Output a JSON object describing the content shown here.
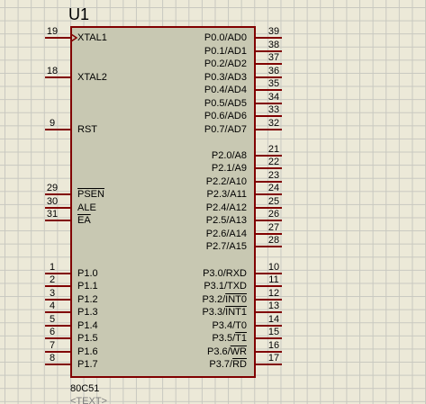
{
  "component": {
    "reference": "U1",
    "part_name": "80C51",
    "text_placeholder": "<TEXT>",
    "colors": {
      "body": "#c8c8b2",
      "outline": "#800000",
      "grid": "#c8c8c0",
      "background": "#ece9d8"
    }
  },
  "left_pins": [
    {
      "num": "19",
      "label": "XTAL1",
      "clock": true
    },
    {
      "num": "18",
      "label": "XTAL2"
    },
    {
      "num": "9",
      "label": "RST"
    },
    {
      "num": "29",
      "label": "PSEN",
      "overline": "PSEN"
    },
    {
      "num": "30",
      "label": "ALE"
    },
    {
      "num": "31",
      "label": "EA",
      "overline": "EA"
    },
    {
      "num": "1",
      "label": "P1.0"
    },
    {
      "num": "2",
      "label": "P1.1"
    },
    {
      "num": "3",
      "label": "P1.2"
    },
    {
      "num": "4",
      "label": "P1.3"
    },
    {
      "num": "5",
      "label": "P1.4"
    },
    {
      "num": "6",
      "label": "P1.5"
    },
    {
      "num": "7",
      "label": "P1.6"
    },
    {
      "num": "8",
      "label": "P1.7"
    }
  ],
  "right_pins": [
    {
      "num": "39",
      "label": "P0.0/AD0"
    },
    {
      "num": "38",
      "label": "P0.1/AD1"
    },
    {
      "num": "37",
      "label": "P0.2/AD2"
    },
    {
      "num": "36",
      "label": "P0.3/AD3"
    },
    {
      "num": "35",
      "label": "P0.4/AD4"
    },
    {
      "num": "34",
      "label": "P0.5/AD5"
    },
    {
      "num": "33",
      "label": "P0.6/AD6"
    },
    {
      "num": "32",
      "label": "P0.7/AD7"
    },
    {
      "num": "21",
      "label": "P2.0/A8"
    },
    {
      "num": "22",
      "label": "P2.1/A9"
    },
    {
      "num": "23",
      "label": "P2.2/A10"
    },
    {
      "num": "24",
      "label": "P2.3/A11"
    },
    {
      "num": "25",
      "label": "P2.4/A12"
    },
    {
      "num": "26",
      "label": "P2.5/A13"
    },
    {
      "num": "27",
      "label": "P2.6/A14"
    },
    {
      "num": "28",
      "label": "P2.7/A15"
    },
    {
      "num": "10",
      "label": "P3.0/RXD"
    },
    {
      "num": "11",
      "label": "P3.1/TXD"
    },
    {
      "num": "12",
      "label": "P3.2/INT0",
      "overline": "INT0"
    },
    {
      "num": "13",
      "label": "P3.3/INT1",
      "overline": "INT1"
    },
    {
      "num": "14",
      "label": "P3.4/T0"
    },
    {
      "num": "15",
      "label": "P3.5/T1",
      "overline": "T1"
    },
    {
      "num": "16",
      "label": "P3.6/WR",
      "overline": "WR"
    },
    {
      "num": "17",
      "label": "P3.7/RD",
      "overline": "RD"
    }
  ]
}
